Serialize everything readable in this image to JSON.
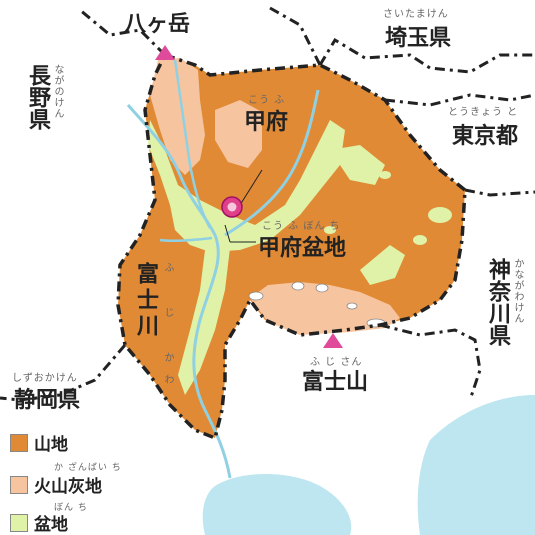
{
  "colors": {
    "mountain": "#e08a35",
    "volcanic_ash": "#f7c4a0",
    "basin": "#dff2a8",
    "water": "#bde6f0",
    "river": "#8fd0e3",
    "peak": "#e04a9a",
    "city": "#e0408a",
    "border": "#222222"
  },
  "places": {
    "yatsugatake": {
      "label": "八ヶ岳",
      "icon": "mountain-peak-icon"
    },
    "saitama": {
      "label": "埼玉県",
      "ruby": "さいたまけん"
    },
    "nagano": {
      "label": "長野県",
      "ruby": "ながのけん"
    },
    "kofu": {
      "label": "甲府",
      "ruby": "こう ふ",
      "icon": "city-marker-icon"
    },
    "tokyo": {
      "label": "東京都",
      "ruby": "とうきょう と"
    },
    "kofu_basin": {
      "label": "甲府盆地",
      "ruby": "こう ふ ぼん ち"
    },
    "fuji_river": {
      "label": "富士川",
      "ruby": "ふ じ かわ"
    },
    "kanagawa": {
      "label": "神奈川県",
      "ruby": "かながわけん"
    },
    "mt_fuji": {
      "label": "富士山",
      "ruby": "ふ じ さん",
      "icon": "mountain-peak-icon"
    },
    "shizuoka": {
      "label": "静岡県",
      "ruby": "しずおかけん"
    }
  },
  "legend": {
    "items": [
      {
        "label": "山地",
        "ruby": "",
        "color": "#e08a35"
      },
      {
        "label": "火山灰地",
        "ruby": "か ざんばい ち",
        "color": "#f7c4a0"
      },
      {
        "label": "盆地",
        "ruby": "ぼん ち",
        "color": "#dff2a8"
      }
    ]
  }
}
